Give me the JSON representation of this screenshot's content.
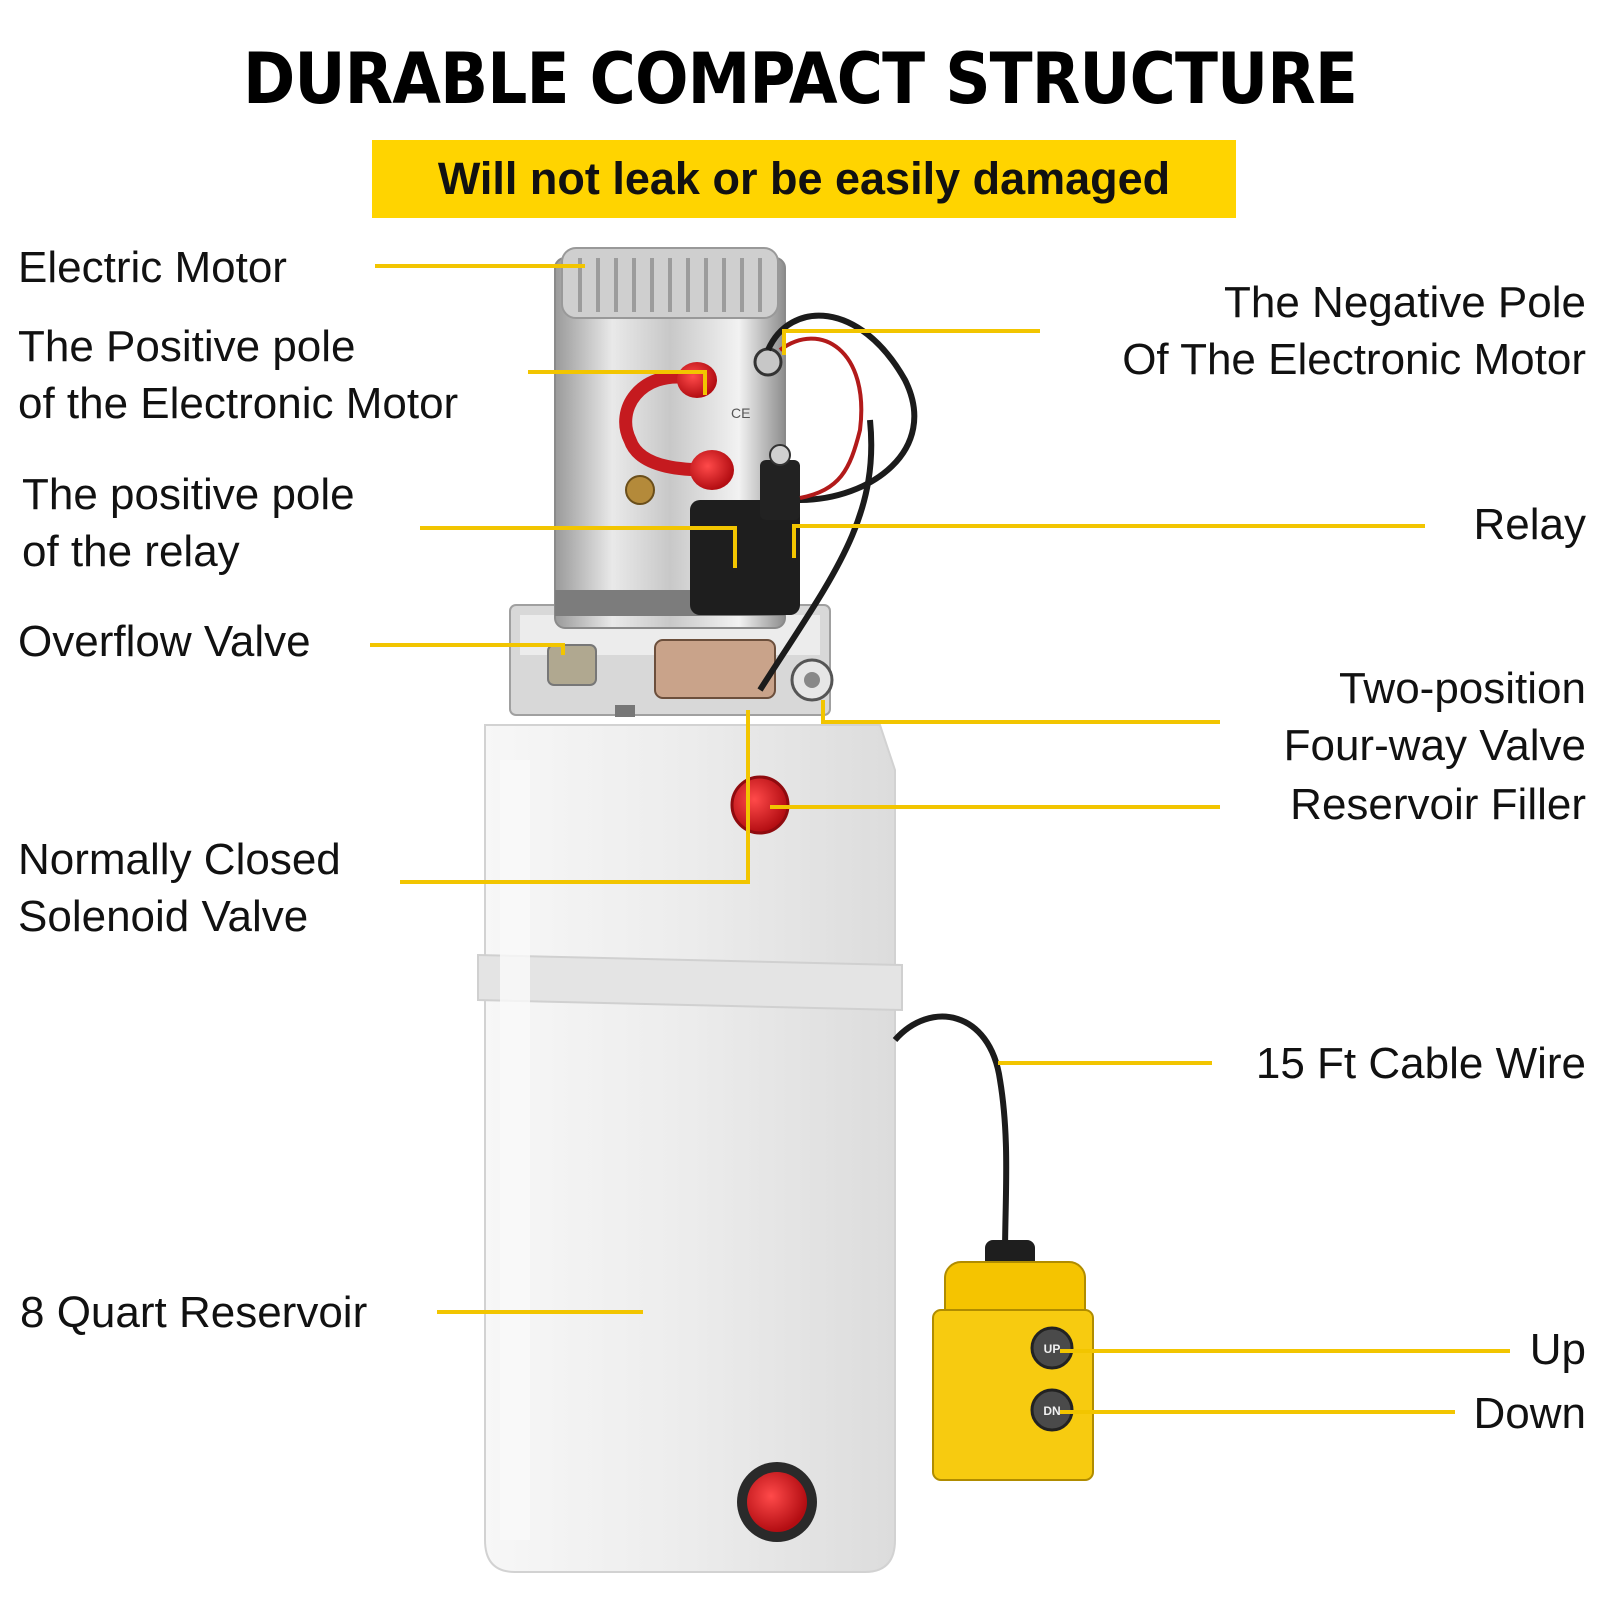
{
  "header": {
    "title": "DURABLE COMPACT STRUCTURE",
    "subtitle": "Will not leak or be easily damaged"
  },
  "labels": {
    "electric_motor": "Electric Motor",
    "positive_pole_motor": [
      "The Positive pole",
      "of the Electronic Motor"
    ],
    "positive_pole_relay": [
      "The positive pole",
      "of the relay"
    ],
    "overflow_valve": "Overflow Valve",
    "solenoid_valve": [
      "Normally Closed",
      "Solenoid Valve"
    ],
    "reservoir": "8 Quart Reservoir",
    "negative_pole_motor": [
      "The Negative Pole",
      "Of The Electronic Motor"
    ],
    "relay": "Relay",
    "four_way_valve": [
      "Two-position",
      "Four-way Valve"
    ],
    "reservoir_filler": "Reservoir Filler",
    "cable_wire": "15 Ft Cable Wire",
    "up": "Up",
    "down": "Down"
  },
  "remote": {
    "up_button": "UP",
    "down_button": "DN"
  },
  "motor_mark": "CE",
  "colors": {
    "accent": "#ffd400",
    "leader": "#f2c500",
    "cap_red": "#d9141c",
    "tank": "#ececec",
    "remote": "#f5c400"
  }
}
